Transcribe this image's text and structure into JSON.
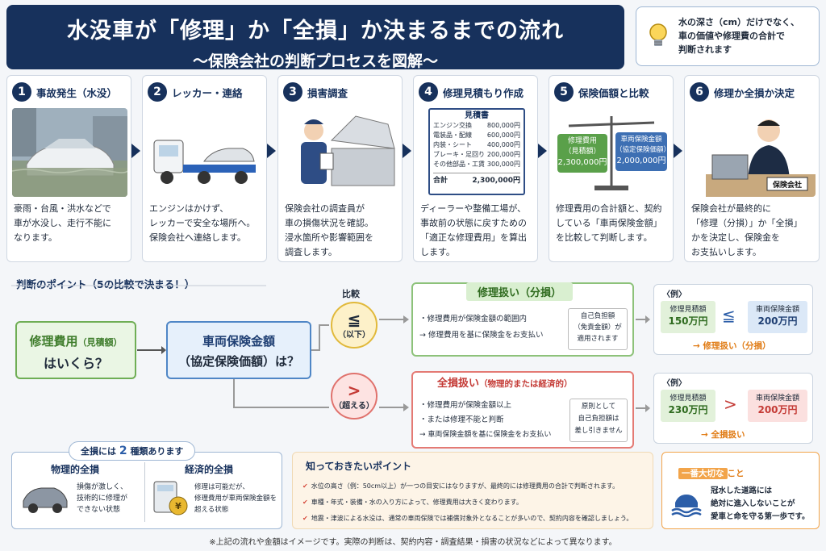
{
  "header": {
    "title": "水没車が「修理」か「全損」か決まるまでの流れ",
    "subtitle": "～保険会社の判断プロセスを図解～",
    "tip_lines": [
      "水の深さ（cm）だけでなく、",
      "車の価値や修理費の合計で",
      "判断されます"
    ]
  },
  "steps": [
    {
      "num": "1",
      "title": "事故発生（水没）",
      "desc": [
        "豪雨・台風・洪水などで",
        "車が水没し、走行不能に",
        "なります。"
      ]
    },
    {
      "num": "2",
      "title": "レッカー・連絡",
      "desc": [
        "エンジンはかけず、",
        "レッカーで安全な場所へ。",
        "保険会社へ連絡します。"
      ]
    },
    {
      "num": "3",
      "title": "損害調査",
      "desc": [
        "保険会社の調査員が",
        "車の損傷状況を確認。",
        "浸水箇所や影響範囲を",
        "調査します。"
      ]
    },
    {
      "num": "4",
      "title": "修理見積もり作成",
      "desc": [
        "ディーラーや整備工場が、",
        "事故前の状態に戻すための",
        "「適正な修理費用」を算出",
        "します。"
      ]
    },
    {
      "num": "5",
      "title": "保険価額と比較",
      "desc": [
        "修理費用の合計額と、契約",
        "している「車両保険金額」",
        "を比較して判断します。"
      ]
    },
    {
      "num": "6",
      "title": "修理か全損か決定",
      "desc": [
        "保険会社が最終的に",
        "「修理（分損）」か「全損」",
        "かを決定し、保険金を",
        "お支払いします。"
      ]
    }
  ],
  "estimate": {
    "title": "見積書",
    "rows": [
      [
        "エンジン交換",
        "800,000円"
      ],
      [
        "電装品・配線",
        "600,000円"
      ],
      [
        "内装・シート",
        "400,000円"
      ],
      [
        "ブレーキ・足回り",
        "200,000円"
      ],
      [
        "その他部品・工賃",
        "300,000円"
      ]
    ],
    "total_label": "合計",
    "total_value": "2,300,000円"
  },
  "scale": {
    "left_label": "修理費用",
    "left_sub": "（見積額）",
    "left_value": "2,300,000円",
    "right_label": "車両保険金額",
    "right_sub": "（協定保険価額）",
    "right_value": "2,000,000円"
  },
  "insurer_sign": "保険会社",
  "judgement": {
    "title": "判断のポイント（5の比較で決まる！）",
    "repair_cost_label": "修理費用",
    "repair_cost_sub": "（見積額）",
    "repair_cost_q": "はいくら？",
    "vehicle_label": "車両保険金額",
    "vehicle_sub": "（協定保険価額）は？",
    "compare_label": "比較",
    "le_symbol": "≦",
    "le_text": "（以下）",
    "gt_symbol": ">",
    "gt_text": "（超える）"
  },
  "repair_result": {
    "title": "修理扱い",
    "title_sub": "（分損）",
    "lines": [
      "・修理費用が保険金額の範囲内",
      "→ 修理費用を基に保険金をお支払い"
    ],
    "note": [
      "自己負担額",
      "（免責金額）が",
      "適用されます"
    ]
  },
  "total_result": {
    "title": "全損扱い",
    "title_sub": "（物理的または経済的）",
    "lines": [
      "・修理費用が保険金額以上",
      "・または修理不能と判断",
      "→ 車両保険金額を基に保険金をお支払い"
    ],
    "note": [
      "原則として",
      "自己負担額は",
      "差し引きません"
    ]
  },
  "example1": {
    "label": "〈例〉",
    "left_label": "修理見積額",
    "left_value": "150万円",
    "symbol": "≦",
    "right_label": "車両保険金額",
    "right_value": "200万円",
    "result": "→ 修理扱い（分損）"
  },
  "example2": {
    "label": "〈例〉",
    "left_label": "修理見積額",
    "left_value": "230万円",
    "symbol": ">",
    "right_label": "車両保険金額",
    "right_value": "200万円",
    "result": "→ 全損扱い"
  },
  "total_loss_types": {
    "title_pre": "全損には",
    "title_num": "2",
    "title_post": "種類あります",
    "physical_title": "物理的全損",
    "physical_desc": [
      "損傷が激しく、",
      "技術的に修理が",
      "できない状態"
    ],
    "economic_title": "経済的全損",
    "economic_desc": [
      "修理は可能だが、",
      "修理費用が車両保険金額を",
      "超える状態"
    ]
  },
  "points": {
    "title": "知っておきたいポイント",
    "items": [
      "水位の高さ（例：50cm以上）が一つの目安にはなりますが、最終的には修理費用の合計で判断されます。",
      "車種・年式・装備・水の入り方によって、修理費用は大きく変わります。",
      "地震・津波による水没は、通常の車両保険では補償対象外となることが多いので、契約内容を確認しましょう。"
    ]
  },
  "important": {
    "tag": "一番大切な",
    "tag2": "こと",
    "lines": [
      "冠水した道路には",
      "絶対に進入しないことが",
      "愛車と命を守る第一歩です。"
    ]
  },
  "footnote": "※上記の流れや金額はイメージです。実際の判断は、契約内容・調査結果・損害の状況などによって異なります。",
  "colors": {
    "navy": "#17315c",
    "green": "#6fae55",
    "red": "#e0726d",
    "yellow": "#e1b93b",
    "blue": "#4f86c6"
  }
}
